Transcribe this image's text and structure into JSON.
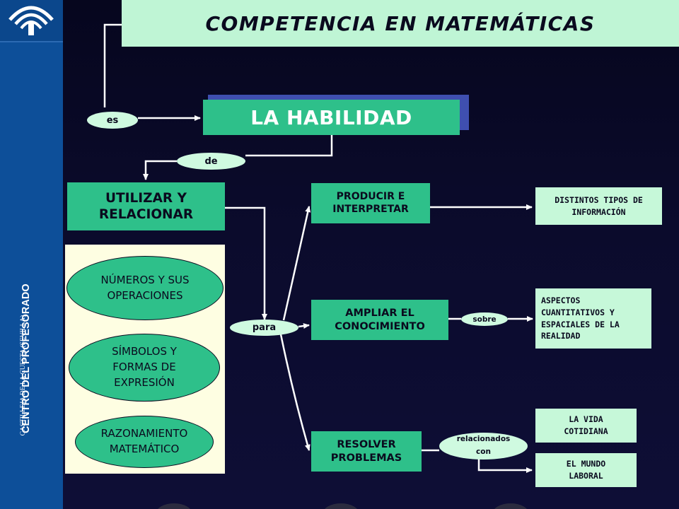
{
  "sidebar": {
    "logo_icon": "junta-andalucia-logo-icon",
    "org_name": "CENTRO DEL PROFESORADO",
    "org_location": "CASTILLEJA DE LA CUESTA (SEVILLA)"
  },
  "title": "COMPETENCIA EN MATEMÁTICAS",
  "habilidad": "LA HABILIDAD",
  "connectors": {
    "es": "es",
    "de": "de",
    "para": "para",
    "sobre": "sobre",
    "relacionados": "relacionados con"
  },
  "utilizar": "UTILIZAR Y RELACIONAR",
  "components": [
    "NÚMEROS Y SUS OPERACIONES",
    "SÍMBOLOS Y FORMAS DE EXPRESIÓN",
    "RAZONAMIENTO MATEMÁTICO"
  ],
  "purposes": [
    "PRODUCIR E INTERPRETAR",
    "AMPLIAR EL CONOCIMIENTO",
    "RESOLVER PROBLEMAS"
  ],
  "targets": {
    "informacion": "DISTINTOS TIPOS DE INFORMACIÓN",
    "aspectos": "ASPECTOS CUANTITATIVOS Y ESPACIALES DE LA REALIDAD",
    "vida": "LA VIDA COTIDIANA",
    "laboral": "EL MUNDO LABORAL"
  },
  "colors": {
    "background": "#0b0b2c",
    "sidebar": "#0d4f99",
    "box_green": "#2ec08a",
    "box_light": "#c6f8d9",
    "line": "#ffffff"
  }
}
